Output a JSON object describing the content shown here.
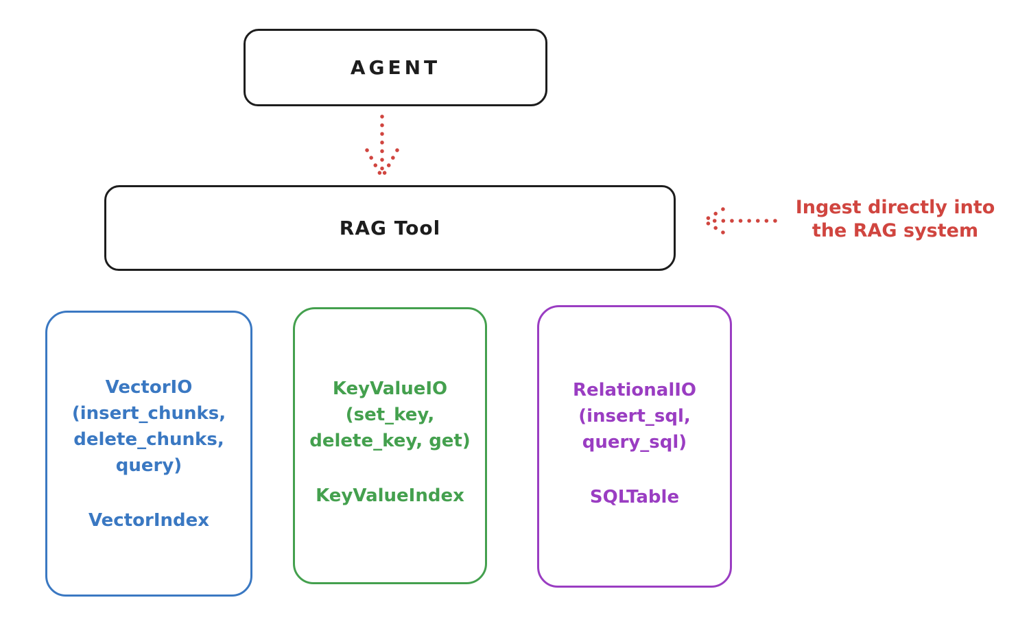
{
  "palette": {
    "ink": "#1d1d1d",
    "red": "#d0453f",
    "blue": "#3a78c2",
    "green": "#44a04e",
    "purple": "#9a3dc2",
    "bg": "#ffffff"
  },
  "agent_box": {
    "label": "AGENT"
  },
  "rag_box": {
    "label": "RAG Tool"
  },
  "annotation": {
    "line1": "Ingest directly into",
    "line2": "the RAG system"
  },
  "arrows": [
    {
      "name": "agent-to-rag-arrow",
      "style": "dotted",
      "color": "#d0453f",
      "direction": "down"
    },
    {
      "name": "ingest-into-rag-arrow",
      "style": "dotted",
      "color": "#d0453f",
      "direction": "left"
    }
  ],
  "cards": [
    {
      "name": "vector-io-card",
      "color": "#3a78c2",
      "io_lines": [
        "VectorIO",
        "(insert_chunks,",
        "delete_chunks,",
        "query)"
      ],
      "index_label": "VectorIndex"
    },
    {
      "name": "keyvalue-io-card",
      "color": "#44a04e",
      "io_lines": [
        "KeyValueIO",
        "(set_key,",
        "delete_key, get)"
      ],
      "index_label": "KeyValueIndex"
    },
    {
      "name": "relational-io-card",
      "color": "#9a3dc2",
      "io_lines": [
        "RelationalIO",
        "(insert_sql,",
        "query_sql)"
      ],
      "index_label": "SQLTable"
    }
  ]
}
